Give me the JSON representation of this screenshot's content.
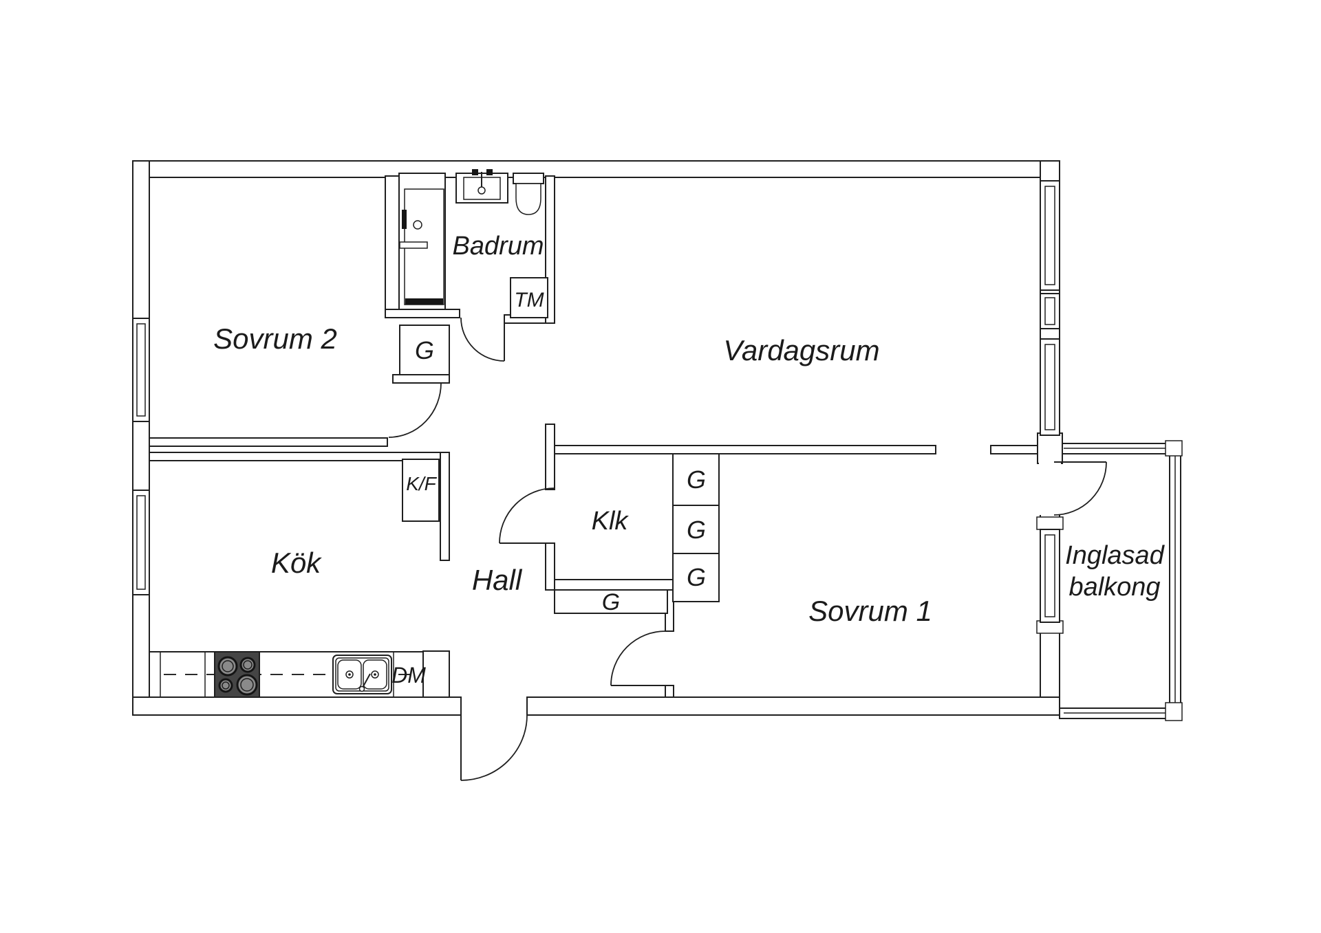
{
  "colors": {
    "line": "#1f1f1f",
    "stove_fill": "#454545",
    "burner_fill": "#8a8a8a",
    "background": "#ffffff"
  },
  "rooms": {
    "sovrum2": {
      "label": "Sovrum 2"
    },
    "badrum": {
      "label": "Badrum"
    },
    "vardagsrum": {
      "label": "Vardagsrum"
    },
    "kok": {
      "label": "Kök"
    },
    "hall": {
      "label": "Hall"
    },
    "klk": {
      "label": "Klk"
    },
    "sovrum1": {
      "label": "Sovrum 1"
    },
    "inglasad_balkong": {
      "label_line1": "Inglasad",
      "label_line2": "balkong"
    }
  },
  "fixtures": {
    "washing_machine": {
      "label": "TM"
    },
    "fridge_freezer": {
      "label": "K/F"
    },
    "dishwasher": {
      "label": "DM"
    },
    "wardrobe": {
      "label": "G"
    }
  }
}
